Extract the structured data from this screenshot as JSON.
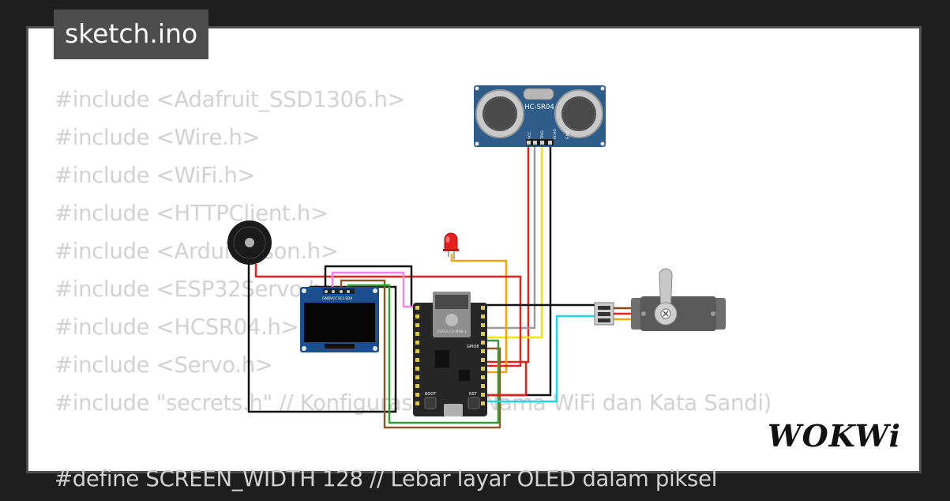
{
  "window": {
    "title": "sketch.ino"
  },
  "code_lines": [
    "#include <Adafruit_SSD1306.h>",
    "#include <Wire.h>",
    "#include <WiFi.h>",
    "#include <HTTPClient.h>",
    "#include <ArduinoJson.h>",
    "#include <ESP32Servo.h>",
    "#include <HCSR04.h>",
    "#include <Servo.h>",
    "#include \"secrets.h\" // Konfigurasi WiFi (Nama WiFi dan Kata Sandi)",
    "",
    "#define SCREEN_WIDTH 128 // Lebar layar OLED dalam piksel"
  ],
  "components": {
    "ultrasonic": {
      "label": "HC-SR04",
      "pins": [
        "VCC",
        "TRIG",
        "ECHO",
        "GND"
      ]
    },
    "oled": {
      "pins": [
        "GND",
        "VCC",
        "SCL",
        "SDA"
      ]
    },
    "esp32": {
      "chip_label": "ESP32-C3-MINI-1",
      "gpio_label": "GPIO8",
      "boot_label": "BOOT",
      "rst_label": "RST"
    },
    "buzzer": {
      "icon": "buzzer-icon"
    },
    "led": {
      "icon": "led-icon",
      "color": "#e8201d"
    },
    "servo": {
      "icon": "servo-icon"
    }
  },
  "brand": {
    "logo_text": "WOKWi"
  },
  "colors": {
    "background": "#1e1e1e",
    "card": "#ffffff",
    "title_bar": "#4d4d4d",
    "code_text": "#d2d2d2",
    "wire_red": "#e8201d",
    "wire_black": "#111111",
    "wire_yellow": "#f5e30c",
    "wire_orange": "#f0a30a",
    "wire_green": "#2d9f2d",
    "wire_brown": "#8b5a2b",
    "wire_pink": "#ee82ee",
    "wire_gray": "#9a9a9a",
    "wire_cyan": "#20d6e8",
    "sensor_blue": "#2f5d8a",
    "oled_blue": "#1c4f8f",
    "esp_board": "#262626"
  }
}
